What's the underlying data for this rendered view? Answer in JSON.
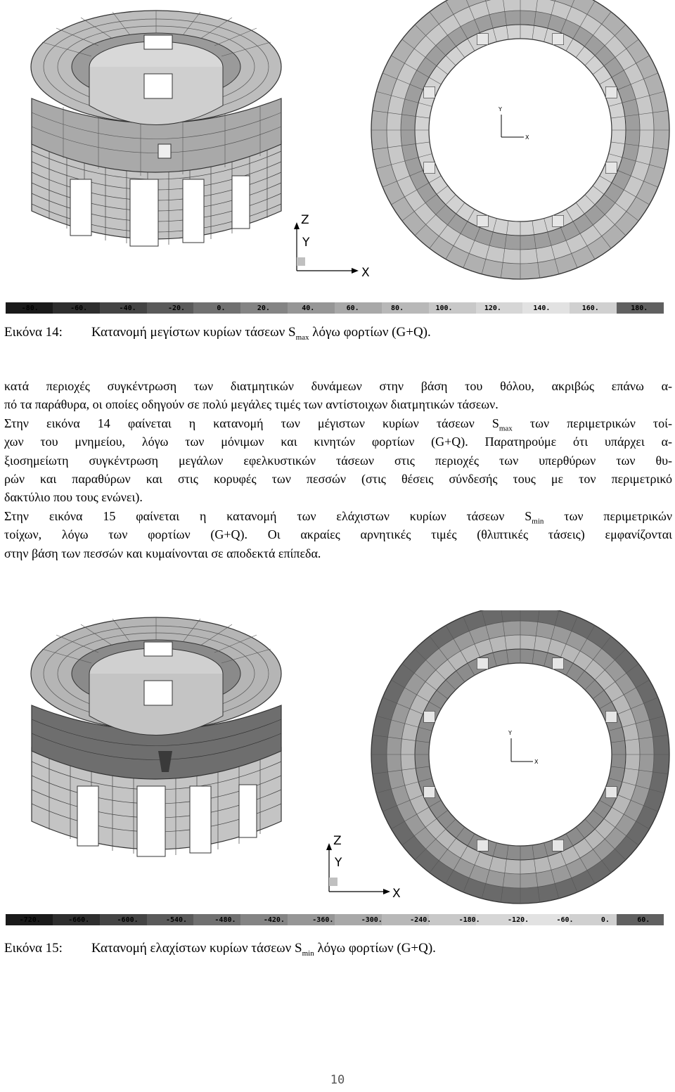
{
  "figure14": {
    "legend_values": [
      "-80.",
      "-60.",
      "-40.",
      "-20.",
      "0.",
      "20.",
      "40.",
      "60.",
      "80.",
      "100.",
      "120.",
      "140.",
      "160.",
      "180."
    ],
    "axis_labels": {
      "z": "Z",
      "y": "Y",
      "x": "X"
    },
    "small_axis_labels": {
      "y": "Y",
      "x": "X"
    },
    "caption_number": "Εικόνα 14:",
    "caption_text_before": "Κατανομή μεγίστων κυρίων τάσεων S",
    "caption_subscript": "max",
    "caption_text_after": " λόγω φορτίων (G+Q)."
  },
  "body_text": {
    "line1": "κατά περιοχές συγκέντρωση των διατμητικών δυνάμεων στην βάση του θόλου, ακριβώς επάνω α-",
    "line2": "πό τα παράθυρα, οι οποίες οδηγούν σε πολύ μεγάλες τιμές των αντίστοιχων διατμητικών τάσεων.",
    "line3_before": "Στην εικόνα 14 φαίνεται η κατανομή των μέγιστων κυρίων τάσεων S",
    "line3_sub": "max",
    "line3_after": " των περιμετρικών τοί-",
    "line4": "χων του μνημείου, λόγω των μόνιμων και κινητών φορτίων (G+Q). Παρατηρούμε ότι υπάρχει α-",
    "line5": "ξιοσημείωτη συγκέντρωση μεγάλων εφελκυστικών τάσεων στις περιοχές των υπερθύρων των θυ-",
    "line6": "ρών και παραθύρων και στις κορυφές των πεσσών (στις θέσεις σύνδεσής τους με τον περιμετρικό",
    "line7": "δακτύλιο που τους ενώνει).",
    "line8_before": "Στην εικόνα 15 φαίνεται η κατανομή των ελάχιστων κυρίων τάσεων S",
    "line8_sub": "min",
    "line8_after": " των περιμετρικών",
    "line9": "τοίχων, λόγω των φορτίων (G+Q). Οι ακραίες αρνητικές τιμές (θλιπτικές τάσεις) εμφανίζονται",
    "line10": "στην βάση των πεσσών και κυμαίνονται σε αποδεκτά επίπεδα."
  },
  "figure15": {
    "legend_values": [
      "-720.",
      "-660.",
      "-600.",
      "-540.",
      "-480.",
      "-420.",
      "-360.",
      "-300.",
      "-240.",
      "-180.",
      "-120.",
      "-60.",
      "0.",
      "60."
    ],
    "axis_labels": {
      "z": "Z",
      "y": "Y",
      "x": "X"
    },
    "small_axis_labels": {
      "y": "Y",
      "x": "X"
    },
    "caption_number": "Εικόνα 15:",
    "caption_text_before": "Κατανομή ελαχίστων κυρίων τάσεων S",
    "caption_subscript": "min",
    "caption_text_after": " λόγω φορτίων (G+Q)."
  },
  "page_number": "10",
  "colors": {
    "legend14": [
      "#1a1a1a",
      "#2e2e2e",
      "#444444",
      "#5a5a5a",
      "#707070",
      "#848484",
      "#969696",
      "#a8a8a8",
      "#b8b8b8",
      "#c8c8c8",
      "#d6d6d6",
      "#e2e2e2",
      "#d0d0d0",
      "#606060"
    ],
    "legend15": [
      "#1a1a1a",
      "#2e2e2e",
      "#444444",
      "#5a5a5a",
      "#707070",
      "#848484",
      "#969696",
      "#a8a8a8",
      "#b8b8b8",
      "#c8c8c8",
      "#d6d6d6",
      "#e2e2e2",
      "#d0d0d0",
      "#606060"
    ]
  }
}
